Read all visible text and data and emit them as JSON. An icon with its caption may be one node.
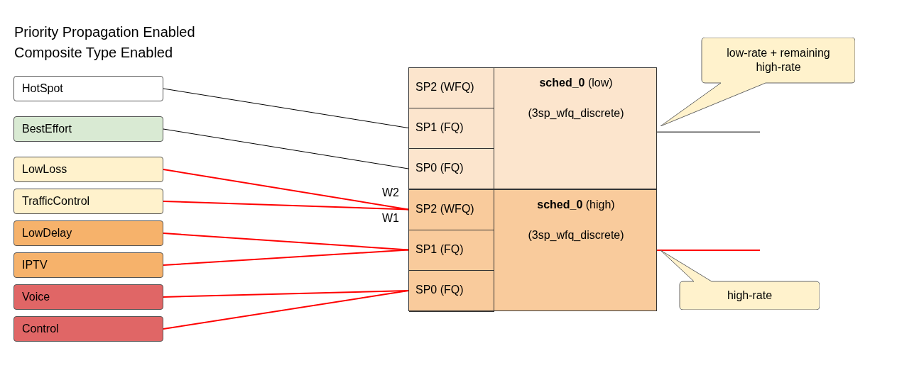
{
  "diagram": {
    "nodes": [
      {
        "text": [
          "HotSpot"
        ]
      },
      {
        "text": [
          "BestEffort"
        ]
      },
      {
        "text": [
          "LowLoss"
        ]
      },
      {
        "text": [
          "TrafficControl"
        ]
      },
      {
        "text": [
          "LowDelay"
        ]
      },
      {
        "text": [
          "IPTV"
        ]
      },
      {
        "text": [
          "Voice"
        ]
      },
      {
        "text": [
          "Control"
        ]
      },
      {
        "text": [
          "**sched_0** (low)",
          "(3sp_wfq_discrete)"
        ]
      },
      {
        "text": [
          "SP2 (WFQ)"
        ],
        "in": 8
      },
      {
        "text": [
          "SP1 (FQ)"
        ],
        "in": 8
      },
      {
        "text": [
          "SP0 (FQ)"
        ],
        "in": 8
      },
      {
        "text": [
          "**sched_0** (high)",
          "(3sp_wfq_discrete)"
        ]
      },
      {
        "text": [
          "SP2 (WFQ)"
        ],
        "in": 12
      },
      {
        "text": [
          "SP1 (FQ)"
        ],
        "in": 12
      },
      {
        "text": [
          "SP0 (FQ)"
        ],
        "in": 12
      },
      {
        "text": [
          "low-rate + remaining high-rate"
        ]
      },
      {
        "text": [
          "high-rate"
        ]
      }
    ],
    "edges": [
      {
        "from": 0,
        "to": 10,
        "arrow": "none",
        "color": "#000000"
      },
      {
        "from": 1,
        "to": 11,
        "arrow": "none",
        "color": "#000000"
      },
      {
        "from": 2,
        "to": 13,
        "arrow": "none"
      },
      {
        "from": 3,
        "to": 13,
        "arrow": "none"
      },
      {
        "from": 4,
        "to": 14,
        "arrow": "none"
      },
      {
        "from": 5,
        "to": 14,
        "arrow": "none"
      },
      {
        "from": 6,
        "to": 15,
        "arrow": "none"
      },
      {
        "from": 7,
        "to": 15,
        "arrow": "none"
      },
      {
        "from": 8,
        "to": null,
        "arrow": "none",
        "color": "#000000"
      },
      {
        "from": 12,
        "to": null,
        "arrow": "none"
      }
    ],
    "labels": [
      "Priority Propagation Enabled",
      "Composite Type Enabled",
      "W2",
      "W1"
    ]
  }
}
